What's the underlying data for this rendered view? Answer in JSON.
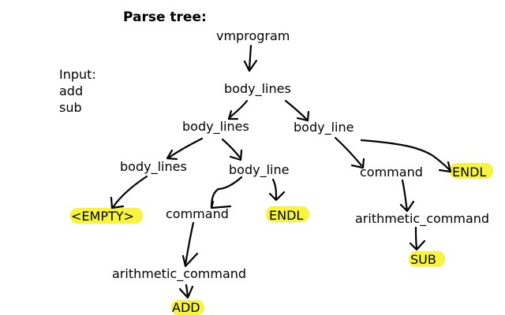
{
  "title": "Parse tree:",
  "input": {
    "heading": "Input:",
    "lines": [
      "add",
      "sub"
    ]
  },
  "highlight_color": "#f4f21e",
  "nodes": {
    "vmprogram": "vmprogram",
    "body_lines_top": "body_lines",
    "body_lines_mid": "body_lines",
    "body_line_right": "body_line",
    "body_lines_low": "body_lines",
    "body_line_mid": "body_line",
    "command_right": "command",
    "endl_right": "ENDL",
    "empty": "<EMPTY>",
    "command_left": "command",
    "endl_mid": "ENDL",
    "arith_right": "arithmetic_command",
    "sub": "SUB",
    "arith_left": "arithmetic_command",
    "add": "ADD"
  }
}
